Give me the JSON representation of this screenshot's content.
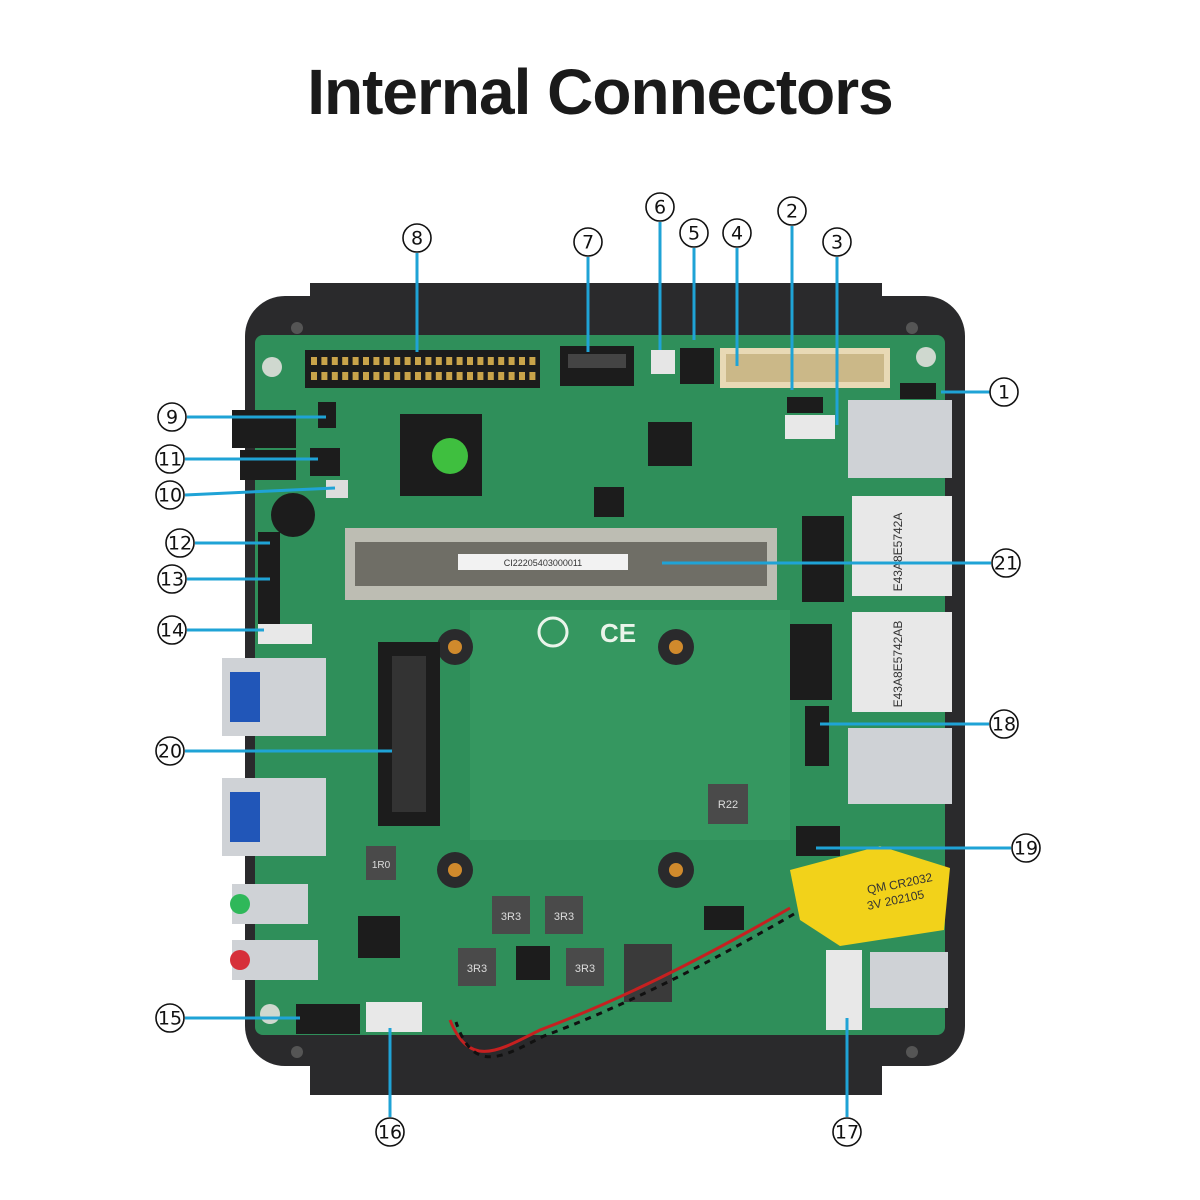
{
  "title": "Internal Connectors",
  "colors": {
    "line": "#1fa3d6",
    "pcb": "#2f8f5a",
    "pcb_dark": "#236f45",
    "chassis": "#2a2a2c",
    "chip": "#1c1c1c",
    "connector_beige": "#e8d9b5",
    "battery": "#f2d21a"
  },
  "callouts": [
    {
      "id": "1",
      "label": "1"
    },
    {
      "id": "2",
      "label": "2"
    },
    {
      "id": "3",
      "label": "3"
    },
    {
      "id": "4",
      "label": "4"
    },
    {
      "id": "5",
      "label": "5"
    },
    {
      "id": "6",
      "label": "6"
    },
    {
      "id": "7",
      "label": "7"
    },
    {
      "id": "8",
      "label": "8"
    },
    {
      "id": "9",
      "label": "9"
    },
    {
      "id": "10",
      "label": "10"
    },
    {
      "id": "11",
      "label": "11"
    },
    {
      "id": "12",
      "label": "12"
    },
    {
      "id": "13",
      "label": "13"
    },
    {
      "id": "14",
      "label": "14"
    },
    {
      "id": "15",
      "label": "15"
    },
    {
      "id": "16",
      "label": "16"
    },
    {
      "id": "17",
      "label": "17"
    },
    {
      "id": "18",
      "label": "18"
    },
    {
      "id": "19",
      "label": "19"
    },
    {
      "id": "20",
      "label": "20"
    },
    {
      "id": "21",
      "label": "21"
    }
  ],
  "board_text": {
    "ram_label": "CI22205403000011",
    "battery_line1": "CR2032",
    "battery_line2": "3V 202105",
    "battery_brand": "QM",
    "inductor_a": "3R3",
    "inductor_b": "1R0",
    "inductor_c": "R22",
    "lan_a": "E43A8E5742A",
    "lan_b": "E43A8E5742AB",
    "cert": "CE"
  }
}
